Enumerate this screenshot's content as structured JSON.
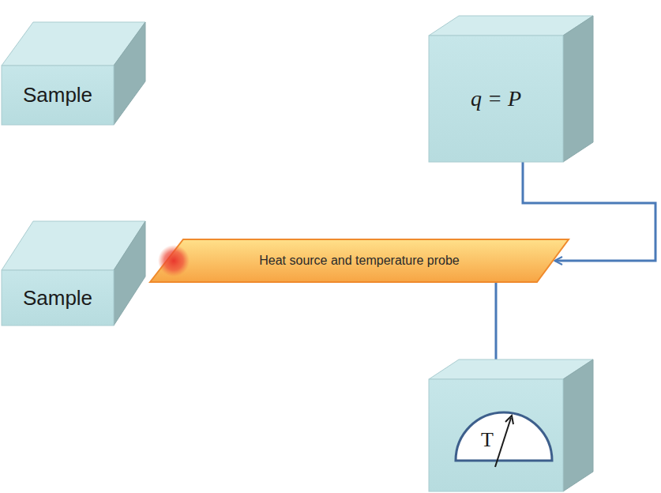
{
  "diagram": {
    "nodes": [
      {
        "text": [
          "Sample"
        ]
      },
      {
        "text": [
          "q = P"
        ]
      },
      {
        "text": [
          "Heat source and temperature probe"
        ]
      },
      {
        "text": [
          "Sample"
        ]
      },
      {
        "text": [
          "T"
        ]
      }
    ],
    "edges": [
      {
        "from": 1,
        "to": 2,
        "arrow": "to"
      },
      {
        "from": 2,
        "to": 4,
        "arrow": "to"
      }
    ]
  }
}
